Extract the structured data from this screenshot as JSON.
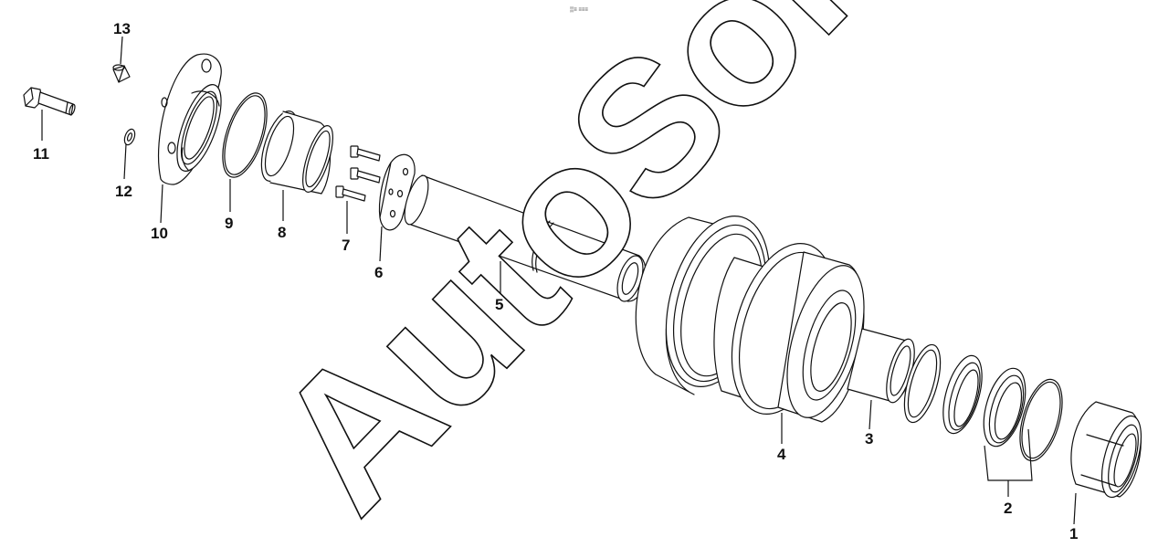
{
  "watermark": "AutoSoft",
  "header_mark": "▒≡ ≡≡≡",
  "callouts": {
    "c1": "1",
    "c2": "2",
    "c3": "3",
    "c4": "4",
    "c5": "5",
    "c6": "6",
    "c7": "7",
    "c8": "8",
    "c9": "9",
    "c10": "10",
    "c11": "11",
    "c12": "12",
    "c13": "13"
  }
}
